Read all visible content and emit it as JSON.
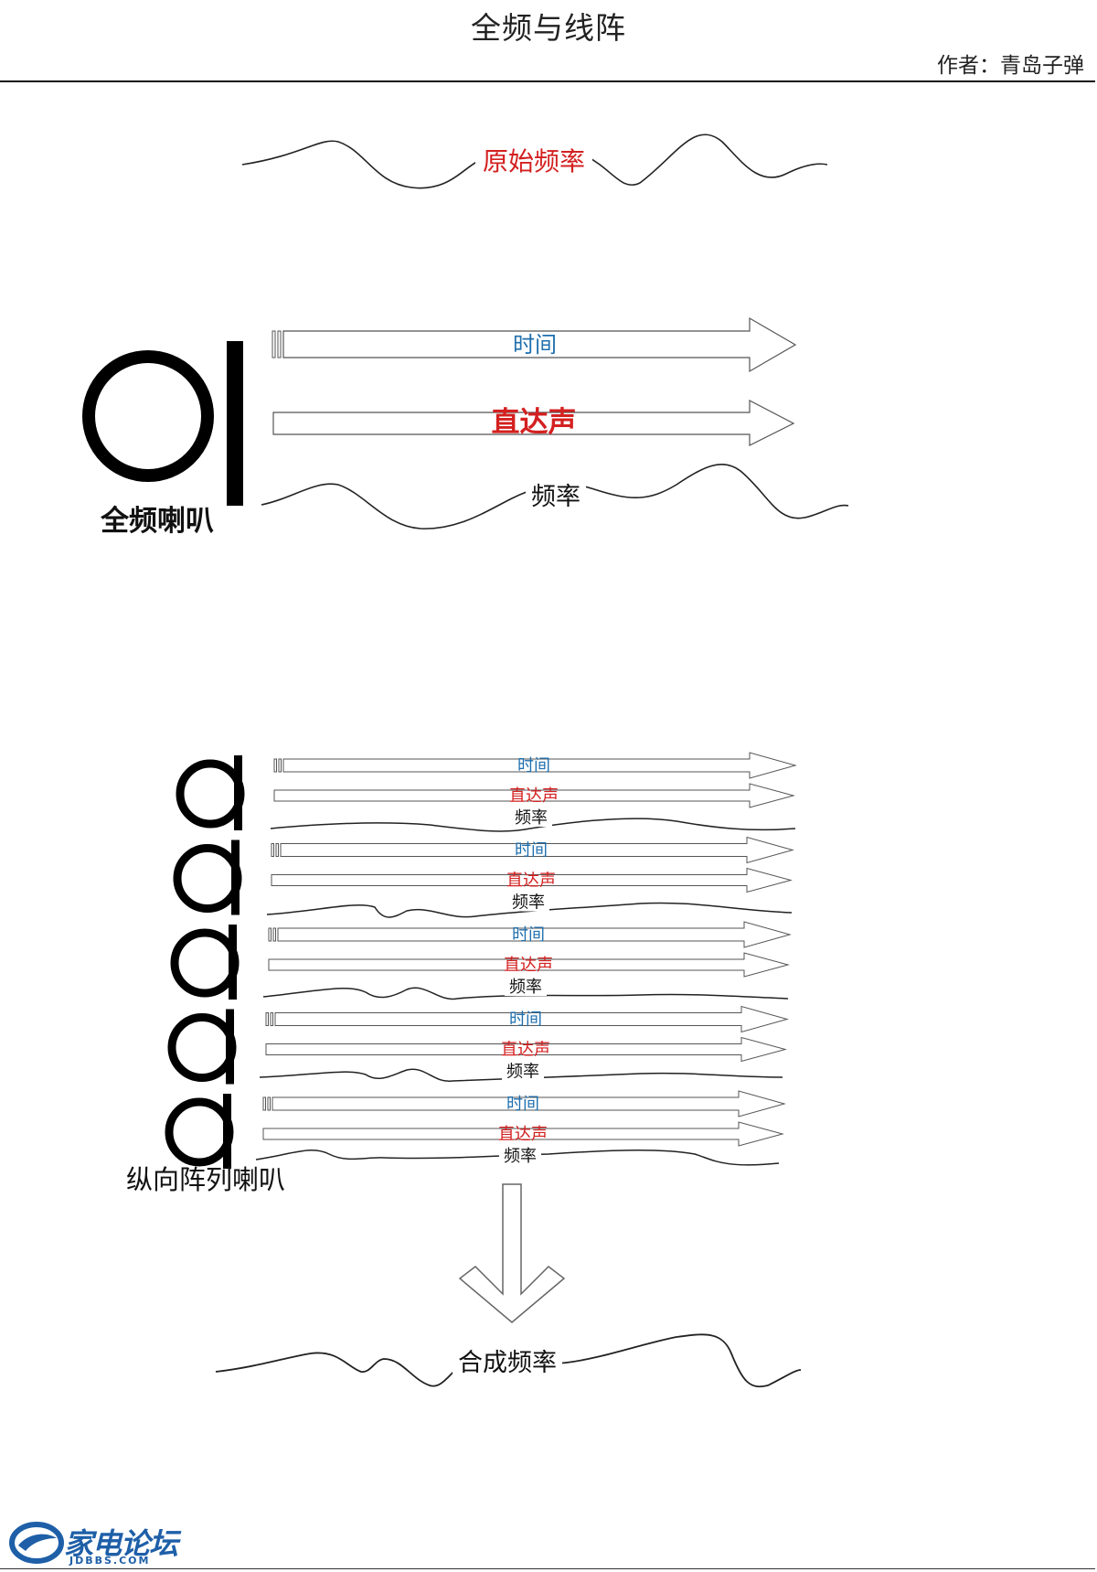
{
  "header": {
    "title": "全频与线阵",
    "author": "作者：青岛子弹"
  },
  "diagram": {
    "original_wave_label": "原始频率",
    "time_label": "时间",
    "direct_sound_label": "直达声",
    "frequency_label": "频率",
    "full_range_speaker_label": "全频喇叭",
    "line_array_label": "纵向阵列喇叭",
    "combined_wave_label": "合成频率",
    "array_rows": [
      {
        "time": "时间",
        "direct": "直达声",
        "freq": "频率"
      },
      {
        "time": "时间",
        "direct": "直达声",
        "freq": "频率"
      },
      {
        "time": "时间",
        "direct": "直达声",
        "freq": "频率"
      },
      {
        "time": "时间",
        "direct": "直达声",
        "freq": "频率"
      },
      {
        "time": "时间",
        "direct": "直达声",
        "freq": "频率"
      }
    ]
  },
  "colors": {
    "time": "#1f6fae",
    "direct": "#d42020",
    "freq": "#111111",
    "line": "#222222",
    "arrow_stroke": "#555555"
  },
  "footer": {
    "logo_text": "家电论坛",
    "logo_sub": "JDBBS.COM"
  }
}
